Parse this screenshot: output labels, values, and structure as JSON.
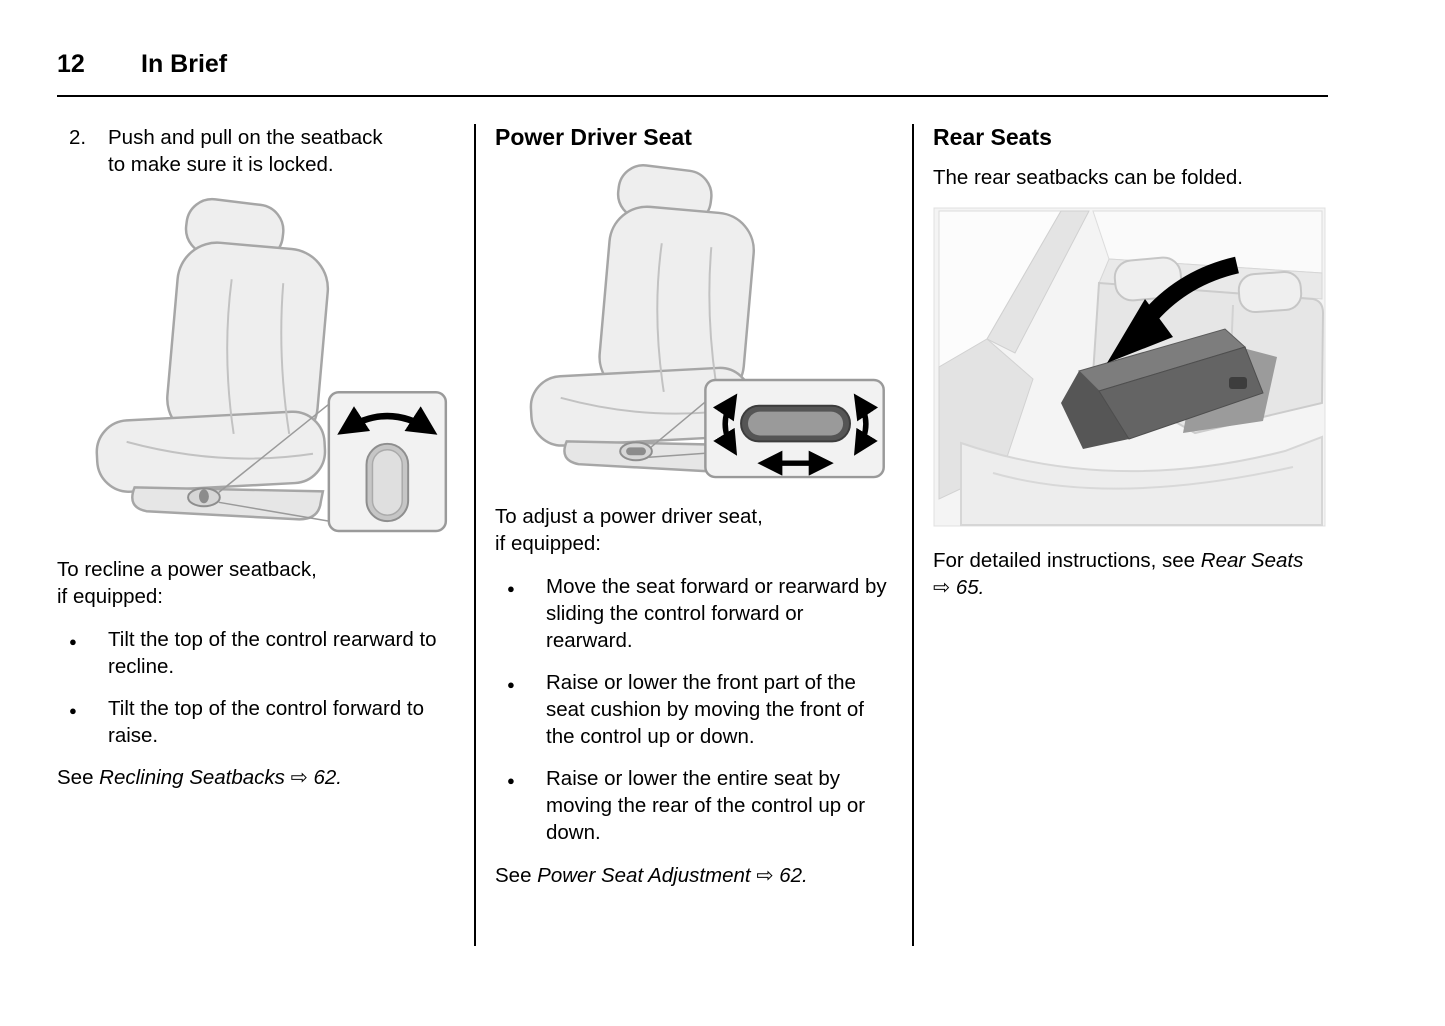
{
  "header": {
    "page_number": "12",
    "section_title": "In Brief"
  },
  "column1": {
    "step_number": "2.",
    "step_text": "Push and pull on the seatback\nto make sure it is locked.",
    "intro": "To recline a power seatback,\nif equipped:",
    "bullets": [
      "Tilt the top of the control rearward to recline.",
      "Tilt the top of the control forward to raise."
    ],
    "reference": {
      "prefix": "See ",
      "title": "Reclining Seatbacks",
      "arrow": " ⇨ ",
      "page": "62."
    }
  },
  "column2": {
    "heading": "Power Driver Seat",
    "intro": "To adjust a power driver seat,\nif equipped:",
    "bullets": [
      "Move the seat forward or rearward by sliding the control forward or rearward.",
      "Raise or lower the front part of the seat cushion by moving the front of the control up or down.",
      "Raise or lower the entire seat by moving the rear of the control up or down."
    ],
    "reference": {
      "prefix": "See ",
      "title": "Power Seat Adjustment",
      "arrow": " ⇨ ",
      "page": "62."
    }
  },
  "column3": {
    "heading": "Rear Seats",
    "intro": "The rear seatbacks can be folded.",
    "reference": {
      "prefix": "For detailed instructions, see ",
      "title": "Rear Seats",
      "arrow": " ⇨ ",
      "page": "65."
    }
  }
}
